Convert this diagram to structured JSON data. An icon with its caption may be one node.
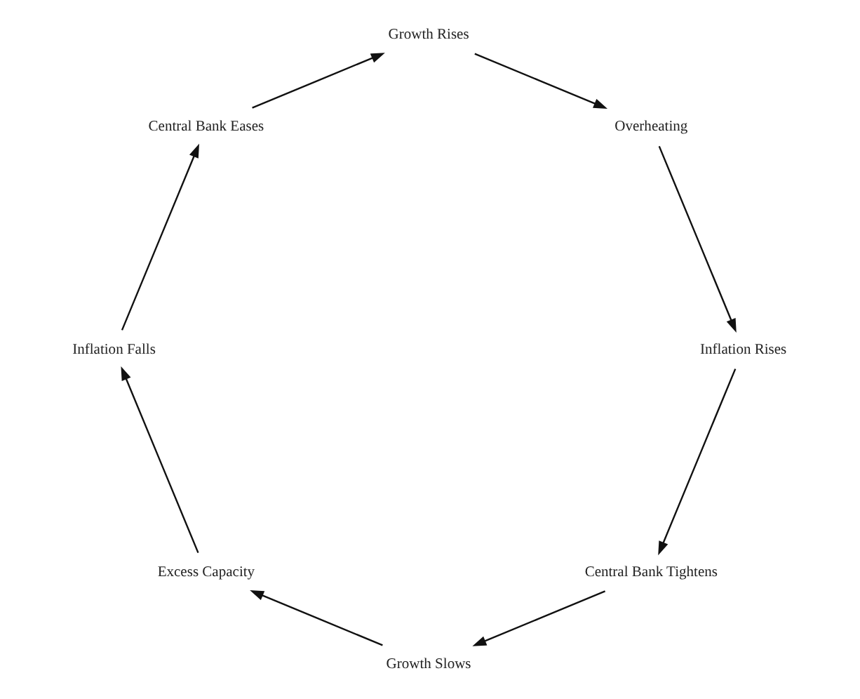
{
  "diagram": {
    "nodes": [
      {
        "text": [
          "Central Bank Tightens"
        ]
      },
      {
        "text": [
          "Growth Slows"
        ]
      },
      {
        "text": [
          "Excess Capacity"
        ]
      },
      {
        "text": [
          "Inflation Falls"
        ]
      },
      {
        "text": [
          "Central Bank Eases"
        ]
      },
      {
        "text": [
          "Growth Rises"
        ]
      },
      {
        "text": [
          "Overheating"
        ]
      },
      {
        "text": [
          "Inflation Rises"
        ]
      }
    ],
    "edges": [
      {
        "from": 0,
        "to": 1,
        "arrow": "to"
      },
      {
        "from": 1,
        "to": 2,
        "arrow": "to"
      },
      {
        "from": 2,
        "to": 3,
        "arrow": "to"
      },
      {
        "from": 3,
        "to": 4,
        "arrow": "to"
      },
      {
        "from": 4,
        "to": 5,
        "arrow": "to"
      },
      {
        "from": 5,
        "to": 6,
        "arrow": "to"
      },
      {
        "from": 6,
        "to": 7,
        "arrow": "to"
      },
      {
        "from": 7,
        "to": 0,
        "arrow": "to"
      }
    ]
  }
}
